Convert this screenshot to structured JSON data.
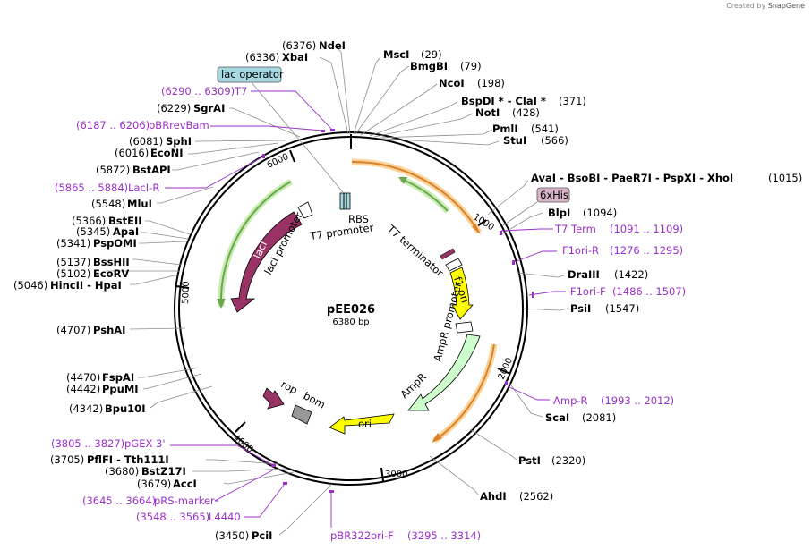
{
  "credit": {
    "prefix": "Created by",
    "brand": "SnapGene"
  },
  "plasmid": {
    "name": "pEE026",
    "size_label": "6380 bp",
    "length": 6380
  },
  "ticks": [
    "1000",
    "2000",
    "3000",
    "4000",
    "5000",
    "6000"
  ],
  "sites": [
    {
      "name": "NdeI",
      "pos": "(6376)"
    },
    {
      "name": "XbaI",
      "pos": "(6336)"
    },
    {
      "name": "MscI",
      "pos": "(29)"
    },
    {
      "name": "BmgBI",
      "pos": "(79)"
    },
    {
      "name": "NcoI",
      "pos": "(198)"
    },
    {
      "name": "BspDI * - ClaI *",
      "pos": "(371)"
    },
    {
      "name": "NotI",
      "pos": "(428)"
    },
    {
      "name": "PmlI",
      "pos": "(541)"
    },
    {
      "name": "StuI",
      "pos": "(566)"
    },
    {
      "name": "AvaI - BsoBI - PaeR7I - PspXI - XhoI",
      "pos": "(1015)"
    },
    {
      "name": "BlpI",
      "pos": "(1094)"
    },
    {
      "name": "DraIII",
      "pos": "(1422)"
    },
    {
      "name": "PsiI",
      "pos": "(1547)"
    },
    {
      "name": "ScaI",
      "pos": "(2081)"
    },
    {
      "name": "PstI",
      "pos": "(2320)"
    },
    {
      "name": "AhdI",
      "pos": "(2562)"
    },
    {
      "name": "PciI",
      "pos": "(3450)"
    },
    {
      "name": "AccI",
      "pos": "(3679)"
    },
    {
      "name": "BstZ17I",
      "pos": "(3680)"
    },
    {
      "name": "PflFI - Tth111I",
      "pos": "(3705)"
    },
    {
      "name": "Bpu10I",
      "pos": "(4342)"
    },
    {
      "name": "PpuMI",
      "pos": "(4442)"
    },
    {
      "name": "FspAI",
      "pos": "(4470)"
    },
    {
      "name": "PshAI",
      "pos": "(4707)"
    },
    {
      "name": "HincII - HpaI",
      "pos": "(5046)"
    },
    {
      "name": "EcoRV",
      "pos": "(5102)"
    },
    {
      "name": "BssHII",
      "pos": "(5137)"
    },
    {
      "name": "PspOMI",
      "pos": "(5341)"
    },
    {
      "name": "ApaI",
      "pos": "(5345)"
    },
    {
      "name": "BstEII",
      "pos": "(5366)"
    },
    {
      "name": "MluI",
      "pos": "(5548)"
    },
    {
      "name": "BstAPI",
      "pos": "(5872)"
    },
    {
      "name": "EcoNI",
      "pos": "(6016)"
    },
    {
      "name": "SphI",
      "pos": "(6081)"
    },
    {
      "name": "SgrAI",
      "pos": "(6229)"
    }
  ],
  "primers": [
    {
      "range": "(6290 .. 6309)",
      "name": "T7"
    },
    {
      "range": "(6187 .. 6206)",
      "name": "pBRrevBam"
    },
    {
      "range": "(5865 .. 5884)",
      "name": "LacI-R"
    },
    {
      "name": "T7 Term",
      "range": "(1091 .. 1109)"
    },
    {
      "name": "F1ori-R",
      "range": "(1276 .. 1295)"
    },
    {
      "name": "F1ori-F",
      "range": "(1486 .. 1507)"
    },
    {
      "name": "Amp-R",
      "range": "(1993 .. 2012)"
    },
    {
      "range": "(3805 .. 3827)",
      "name": "pGEX 3'"
    },
    {
      "range": "(3645 .. 3664)",
      "name": "pRS-marker"
    },
    {
      "range": "(3548 .. 3565)",
      "name": "L4440"
    },
    {
      "name": "pBR322ori-F",
      "range": "(3295 .. 3314)"
    }
  ],
  "boxed": {
    "lac_operator": "lac operator",
    "sixhis": "6xHis"
  },
  "features": {
    "lacI": "lacI",
    "lacI_promoter": "lacI promoter",
    "RBS": "RBS",
    "T7_promoter": "T7 promoter",
    "T7_terminator": "T7 terminator",
    "f1_ori": "f1 ori",
    "AmpR_promoter": "AmpR promoter",
    "AmpR": "AmpR",
    "ori": "ori",
    "rop": "rop",
    "bom": "bom"
  },
  "colors": {
    "backbone": "#000000",
    "site_line": "#8c8c8c",
    "primer": "#9a2fc9",
    "lacI": "#993366",
    "orf_arrow": "#6aa84f",
    "orf_arrow_outer": "#c9ecb0",
    "orange_arrow": "#d9822b",
    "orange_outer": "#f9d49b",
    "f1_ori": "#ffff00",
    "ori": "#ffff00",
    "AmpR": "#ccffcc",
    "rop": "#993366",
    "bom": "#999999",
    "lac_operator": "#a6d8e1",
    "sixhis": "#d9b5c9",
    "promoter": "#ffffff"
  }
}
